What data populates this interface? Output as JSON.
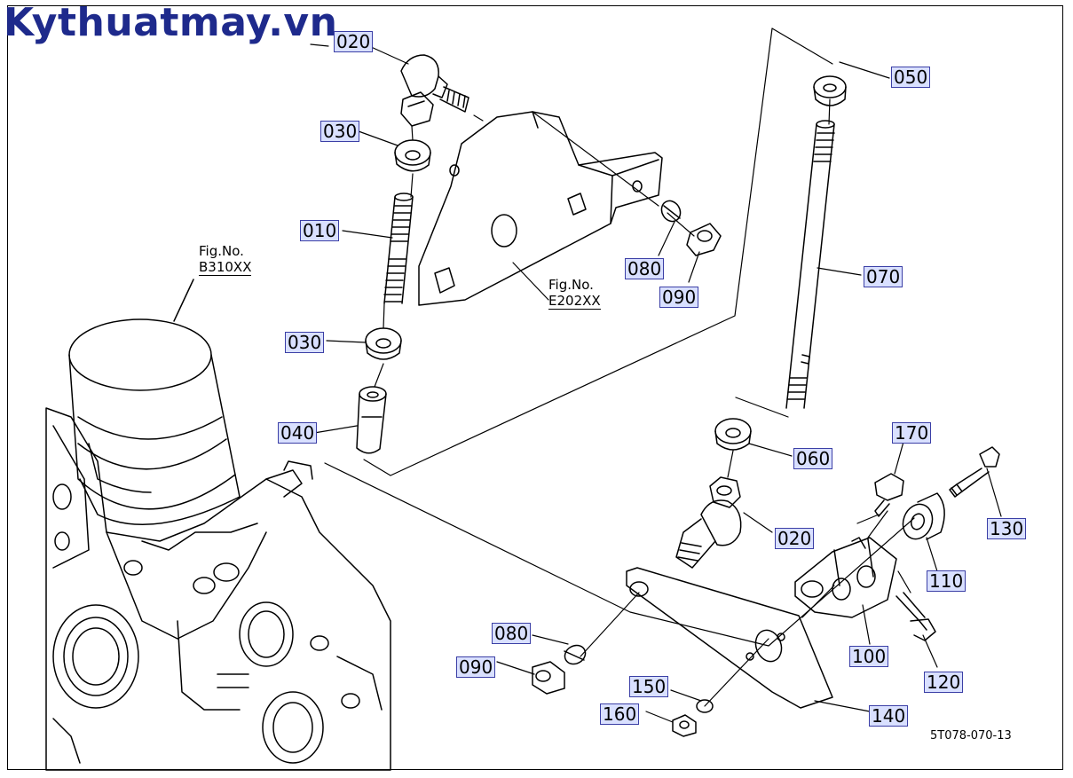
{
  "watermark": "Kythuatmay.vn",
  "figure_refs": [
    {
      "label": "Fig.No.",
      "code": "B310XX"
    },
    {
      "label": "Fig.No.",
      "code": "E202XX"
    }
  ],
  "part_labels": [
    "020",
    "030",
    "010",
    "030",
    "040",
    "050",
    "070",
    "080",
    "090",
    "060",
    "020",
    "170",
    "130",
    "110",
    "100",
    "120",
    "080",
    "090",
    "150",
    "160",
    "140"
  ],
  "drawing_code": "5T078-070-13",
  "colors": {
    "brand": "#1e2a8c",
    "label_fill": "#d9e0ff",
    "label_border": "#3b3fa6"
  }
}
